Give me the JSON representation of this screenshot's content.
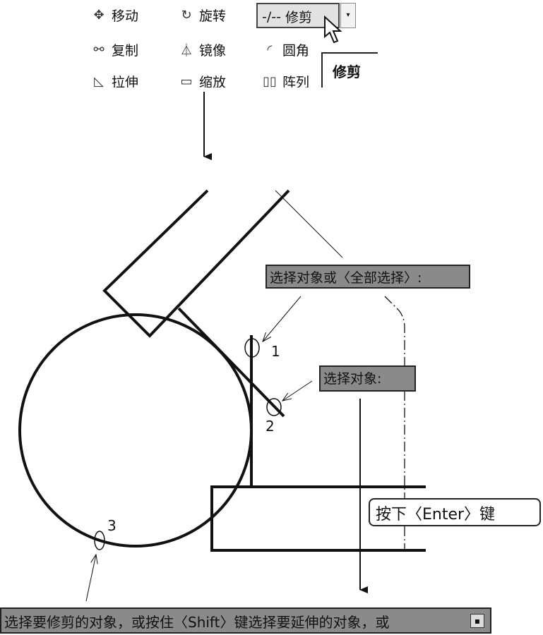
{
  "toolbar": {
    "items": [
      {
        "icon": "move-icon",
        "glyph": "✥",
        "label": "移动"
      },
      {
        "icon": "rotate-icon",
        "glyph": "↻",
        "label": "旋转"
      },
      {
        "icon": "copy-icon",
        "glyph": "⚯",
        "label": "复制"
      },
      {
        "icon": "mirror-icon",
        "glyph": "⏃",
        "label": "镜像"
      },
      {
        "icon": "fillet-icon",
        "glyph": "◜",
        "label": "圆角"
      },
      {
        "icon": "stretch-icon",
        "glyph": "◺",
        "label": "拉伸"
      },
      {
        "icon": "scale-icon",
        "glyph": "▭",
        "label": "缩放"
      },
      {
        "icon": "array-icon",
        "glyph": "▯▯",
        "label": "阵列"
      }
    ],
    "trim": {
      "glyph": "-/--",
      "label": "修剪",
      "dropdown": "▾"
    },
    "tooltip": "修剪"
  },
  "callouts": {
    "select_all": "选择对象或〈全部选择〉:",
    "select": "选择对象:",
    "enter": "按下〈Enter〉键"
  },
  "points": [
    "1",
    "2",
    "3"
  ],
  "command_line": {
    "text": "选择要修剪的对象，或按住〈Shift〉键选择要延伸的对象，或",
    "button": "▪"
  }
}
